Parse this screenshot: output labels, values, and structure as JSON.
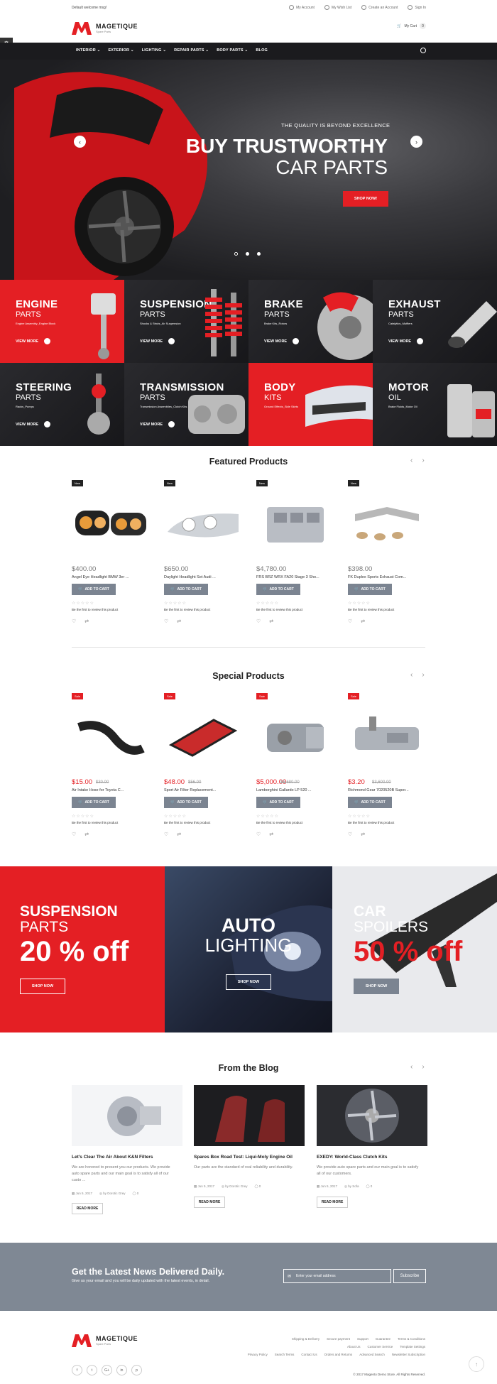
{
  "topbar": {
    "welcome": "Default welcome msg!",
    "links": [
      {
        "label": "My Account",
        "icon": "user-icon"
      },
      {
        "label": "My Wish List",
        "icon": "heart-icon"
      },
      {
        "label": "Create an Account",
        "icon": "user-add-icon"
      },
      {
        "label": "Sign In",
        "icon": "lock-icon"
      }
    ]
  },
  "logo": {
    "name": "MAGETIQUE",
    "sub": "Spare Parts"
  },
  "cart": {
    "label": "My Cart",
    "count": "0"
  },
  "nav": [
    "INTERIOR",
    "EXTERIOR",
    "LIGHTING",
    "REPAIR PARTS",
    "BODY PARTS",
    "BLOG"
  ],
  "hero": {
    "subtitle": "THE QUALITY IS BEYOND EXCELLENCE",
    "title1": "BUY TRUSTWORTHY",
    "title2": "CAR PARTS",
    "button": "SHOP NOW!"
  },
  "tiles": [
    {
      "title": "ENGINE",
      "sub": "PARTS",
      "desc": "Engine Assembly_Engine Block",
      "link": "VIEW MORE"
    },
    {
      "title": "SUSPENSION",
      "sub": "PARTS",
      "desc": "Shocks & Struts_Air Suspension",
      "link": "VIEW MORE"
    },
    {
      "title": "BRAKE",
      "sub": "PARTS",
      "desc": "Brake Kits_Rotors",
      "link": "VIEW MORE"
    },
    {
      "title": "EXHAUST",
      "sub": "PARTS",
      "desc": "Catalytics_Mufflers",
      "link": "VIEW MORE"
    },
    {
      "title": "STEERING",
      "sub": "PARTS",
      "desc": "Racks_Pumps",
      "link": "VIEW MORE"
    },
    {
      "title": "TRANSMISSION",
      "sub": "PARTS",
      "desc": "Transmission Assemblies_Clutch Kits",
      "link": "VIEW MORE"
    },
    {
      "title": "BODY",
      "sub": "KITS",
      "desc": "Ground Effects_Side Skirts",
      "link": ""
    },
    {
      "title": "MOTOR",
      "sub": "OIL",
      "desc": "Brake Fluids_Motor Oil",
      "link": ""
    }
  ],
  "featured": {
    "title": "Featured Products",
    "badge": "New",
    "add": "ADD TO CART",
    "review": "Be the first to review this product",
    "stars": "☆☆☆☆☆",
    "items": [
      {
        "price": "$400.00",
        "name": "Angel Eye Headlight BMW 3er ..."
      },
      {
        "price": "$650.00",
        "name": "Daylight Headlight Set Audi ..."
      },
      {
        "price": "$4,780.00",
        "name": "FRS BRZ WRX FA20 Stage 3 Sho..."
      },
      {
        "price": "$398.00",
        "name": "FK Duplex Sports Exhaust Com..."
      }
    ]
  },
  "special": {
    "title": "Special Products",
    "badge": "Sale",
    "add": "ADD TO CART",
    "review": "Be the first to review this product",
    "stars": "☆☆☆☆☆",
    "items": [
      {
        "price": "$15.00",
        "old": "$30.00",
        "name": "Air Intake Hose for Toyota C..."
      },
      {
        "price": "$48.00",
        "old": "$56.00",
        "name": "Sport Air Filter Replacement..."
      },
      {
        "price": "$5,000.00",
        "old": "$5,680.00",
        "name": "Lamborghini Gallardo LP 520 ..."
      },
      {
        "price": "$3.20",
        "old": "$3,600.00",
        "name": "Richmond Gear 7020520B Super..."
      }
    ]
  },
  "banners": [
    {
      "line1": "SUSPENSION",
      "line2": "PARTS",
      "big": "20 % off",
      "button": "SHOP NOW"
    },
    {
      "line1": "AUTO",
      "line2": "LIGHTING",
      "button": "SHOP NOW"
    },
    {
      "line1": "CAR",
      "line2": "SPOILERS",
      "big": "50 % off",
      "button": "SHOP NOW"
    }
  ],
  "blog": {
    "title": "From the Blog",
    "read": "READ MORE",
    "posts": [
      {
        "title": "Let's Clear The Air About K&N Filters",
        "desc": "We are honored to present you our products. We provide auto spare parts and our main goal is to satisfy all of our custo ...",
        "date": "Jun 5, 2017",
        "author": "by Dorotic Grey",
        "comments": "0"
      },
      {
        "title": "Spares Box Road Test: Liqui-Moly Engine Oil",
        "desc": "Our parts are the standard of real reliability and durability.",
        "date": "Jun 5, 2017",
        "author": "by Dorotic Grey",
        "comments": "0"
      },
      {
        "title": "EXEDY: World-Class Clutch Kits",
        "desc": "We provide auto spare parts and our main goal is to satisfy all of our customers.",
        "date": "Jun 5, 2017",
        "author": "by Sofa",
        "comments": "0"
      }
    ]
  },
  "newsletter": {
    "title": "Get the Latest News Delivered Daily.",
    "desc": "Give us your email and you will be daily updated with the latest events, in detail.",
    "placeholder": "Enter your email address",
    "button": "Subscribe"
  },
  "footer": {
    "links1": [
      "Shipping & Delivery",
      "Secure payment",
      "Support",
      "Guarantee",
      "Terms & Conditions"
    ],
    "links2": [
      "About Us",
      "Customer Service",
      "Template Settings"
    ],
    "links3": [
      "Privacy Policy",
      "Search Terms",
      "Contact Us",
      "Orders and Returns",
      "Advanced Search",
      "Newsletter Subscription"
    ],
    "social": [
      "f",
      "t",
      "G+",
      "in",
      "p"
    ],
    "copyright": "© 2017 Magento Demo Store. All Rights Reserved."
  },
  "colors": {
    "accent": "#e41f24",
    "dark": "#1b1b1e",
    "gray": "#7f8894"
  }
}
